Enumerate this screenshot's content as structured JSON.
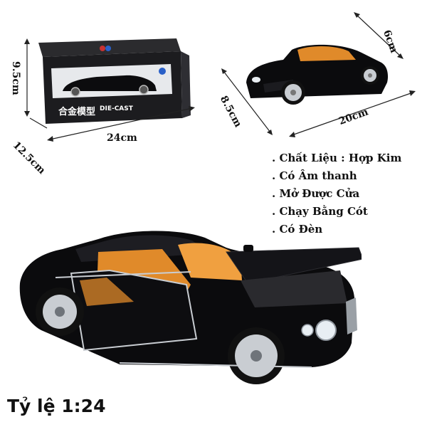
{
  "dimensions": {
    "box_height": "9.5cm",
    "box_depth": "12.5cm",
    "box_length": "24cm",
    "car_height": "6cm",
    "car_width": "8.5cm",
    "car_length": "20cm"
  },
  "box": {
    "title_cn": "合金模型",
    "title_en": "DIE-CAST"
  },
  "features": [
    ". Chất Liệu : Hợp Kim",
    ". Có Âm thanh",
    ". Mở Được Cửa",
    ". Chạy Bằng Cót",
    ". Có Đèn"
  ],
  "scale_label": "Tỷ lệ 1:24",
  "colors": {
    "car_body": "#0b0b0d",
    "interior": "#e08a2a",
    "chrome": "#c9cdd2"
  }
}
